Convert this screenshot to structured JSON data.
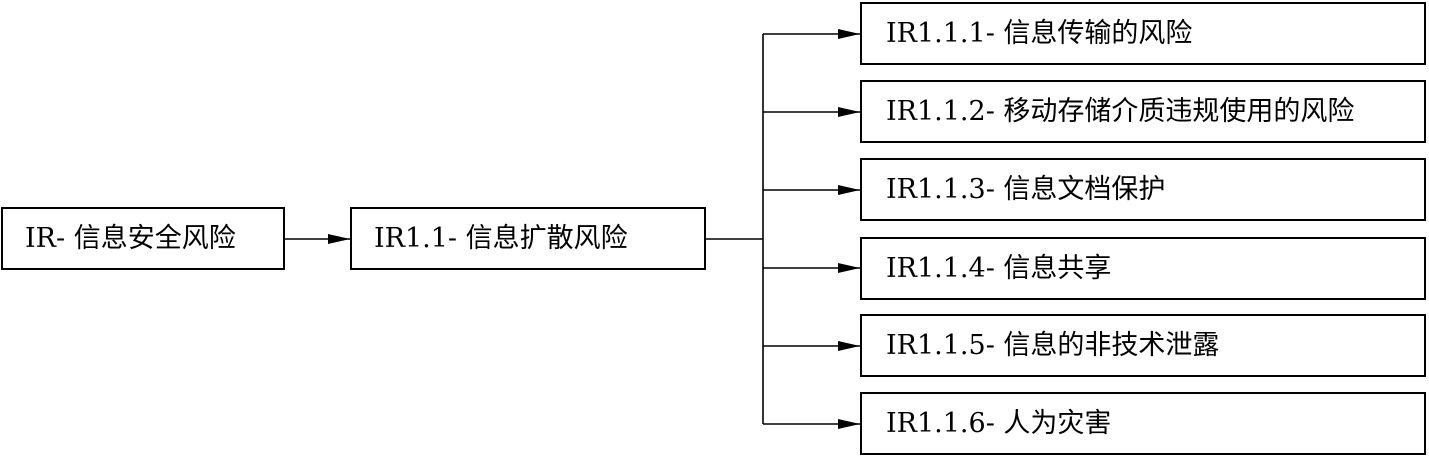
{
  "diagram": {
    "root": {
      "label": "IR- 信息安全风险"
    },
    "level1": {
      "label": "IR1.1- 信息扩散风险"
    },
    "leaves": [
      {
        "label": "IR1.1.1- 信息传输的风险"
      },
      {
        "label": "IR1.1.2- 移动存储介质违规使用的风险"
      },
      {
        "label": "IR1.1.3- 信息文档保护"
      },
      {
        "label": "IR1.1.4- 信息共享"
      },
      {
        "label": "IR1.1.5- 信息的非技术泄露"
      },
      {
        "label": "IR1.1.6- 人为灾害"
      }
    ]
  }
}
